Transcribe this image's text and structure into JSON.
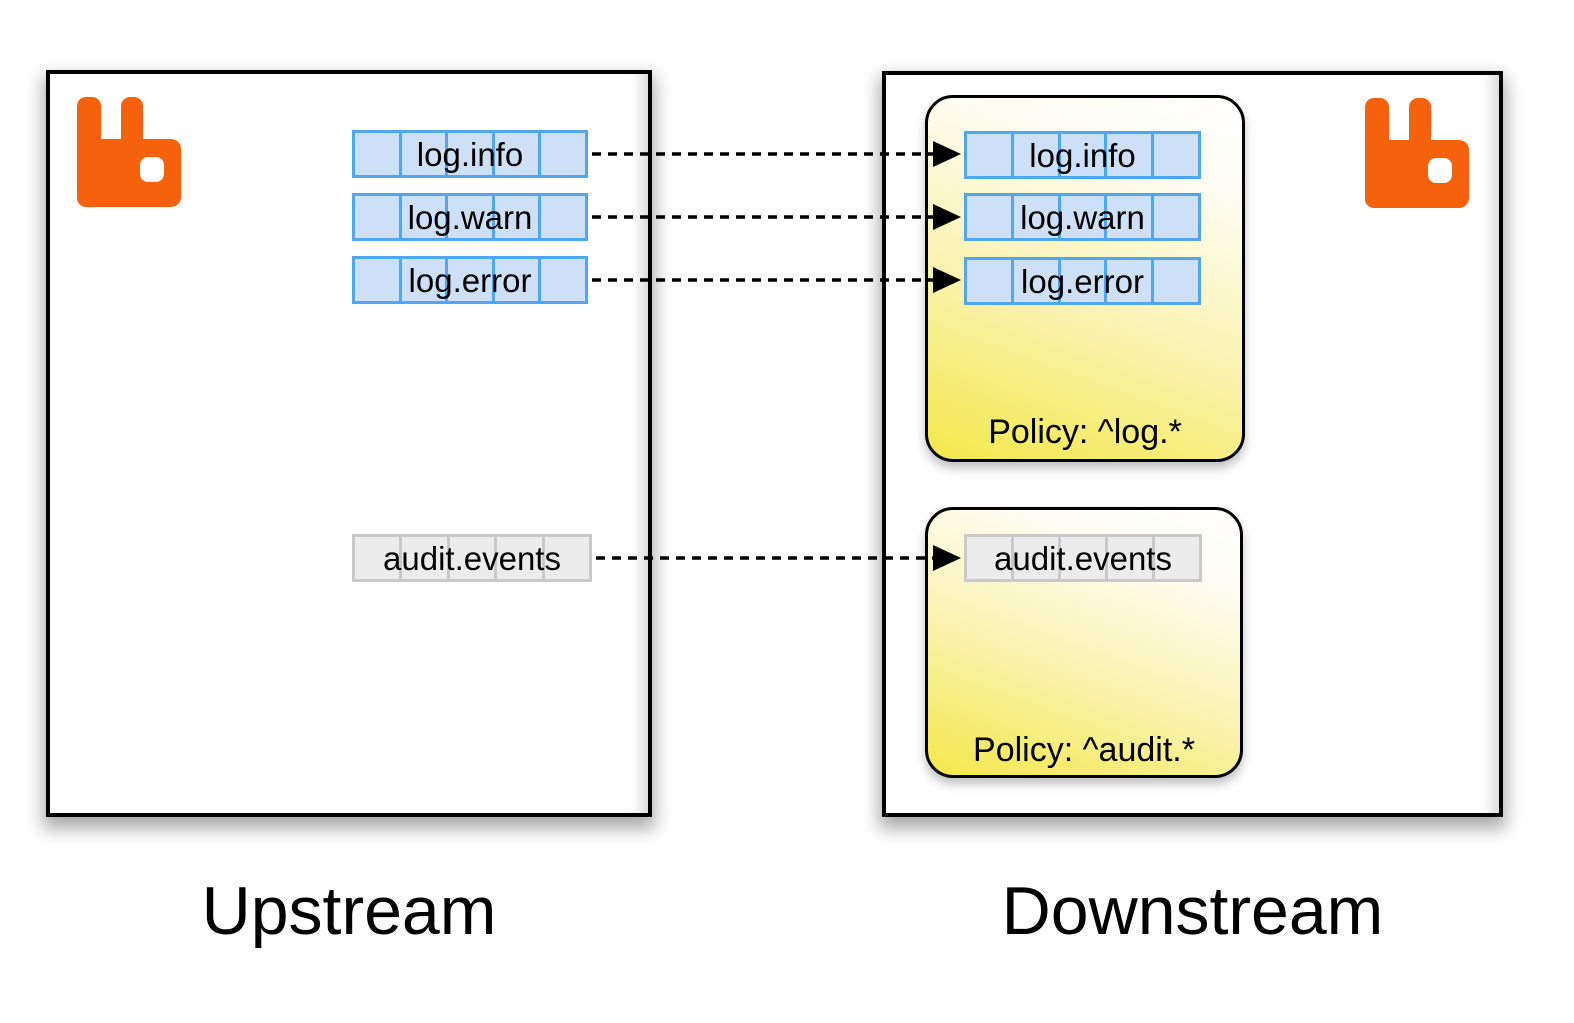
{
  "upstream": {
    "label": "Upstream",
    "queues": [
      {
        "name": "log.info"
      },
      {
        "name": "log.warn"
      },
      {
        "name": "log.error"
      },
      {
        "name": "audit.events"
      }
    ]
  },
  "downstream": {
    "label": "Downstream",
    "policy_groups": [
      {
        "policy_label": "Policy: ^log.*",
        "queues": [
          {
            "name": "log.info"
          },
          {
            "name": "log.warn"
          },
          {
            "name": "log.error"
          }
        ]
      },
      {
        "policy_label": "Policy: ^audit.*",
        "queues": [
          {
            "name": "audit.events"
          }
        ]
      }
    ]
  },
  "icons": {
    "broker_logo": "rabbitmq-rabbit-logo",
    "arrowhead": "right-pointing-triangle"
  },
  "colors": {
    "log_queue_fill": "#cde0f7",
    "log_queue_border": "#4fa7f2",
    "audit_queue_fill": "#ececec",
    "audit_queue_border": "#c9c9c9",
    "policy_box_yellow": "#f3e84a",
    "rabbitmq_orange": "#f5620b",
    "link_line": "#000000",
    "box_border": "#000000",
    "background": "#ffffff"
  }
}
